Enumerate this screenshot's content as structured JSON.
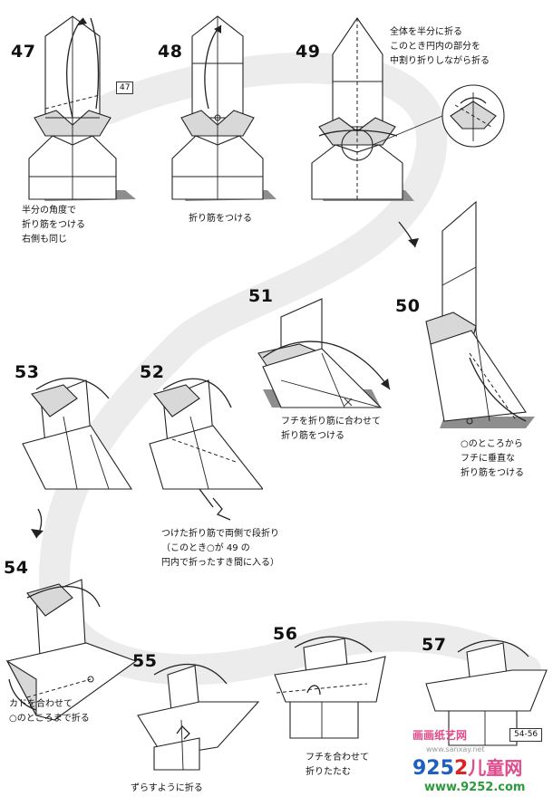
{
  "steps": [
    {
      "num": "47",
      "tag": "47",
      "caption": "半分の角度で\n折り筋をつける\n右側も同じ"
    },
    {
      "num": "48",
      "caption": "折り筋をつける"
    },
    {
      "num": "49",
      "caption": "全体を半分に折る\nこのとき円内の部分を\n中割り折りしながら折る"
    },
    {
      "num": "50",
      "caption": "○のところから\nフチに垂直な\n折り筋をつける"
    },
    {
      "num": "51",
      "caption": "フチを折り筋に合わせて\n折り筋をつける"
    },
    {
      "num": "52",
      "caption": "つけた折り筋で両側で段折り\n（このとき○が 49 の\n円内で折ったすき間に入る）"
    },
    {
      "num": "53",
      "caption": ""
    },
    {
      "num": "54",
      "caption": "カドを合わせて\n○のところまで折る"
    },
    {
      "num": "55",
      "caption": "ずらすように折る"
    },
    {
      "num": "56",
      "caption": "フチを合わせて\n折りたたむ"
    },
    {
      "num": "57",
      "caption": ""
    }
  ],
  "page_ref": "54-56",
  "watermarks": {
    "site_name": "画画纸艺网",
    "site_url": "www.sanxay.net",
    "brand_digits_a": "925",
    "brand_digits_b": "2",
    "brand_suffix": "儿童网",
    "brand_url": "www.9252.com"
  }
}
